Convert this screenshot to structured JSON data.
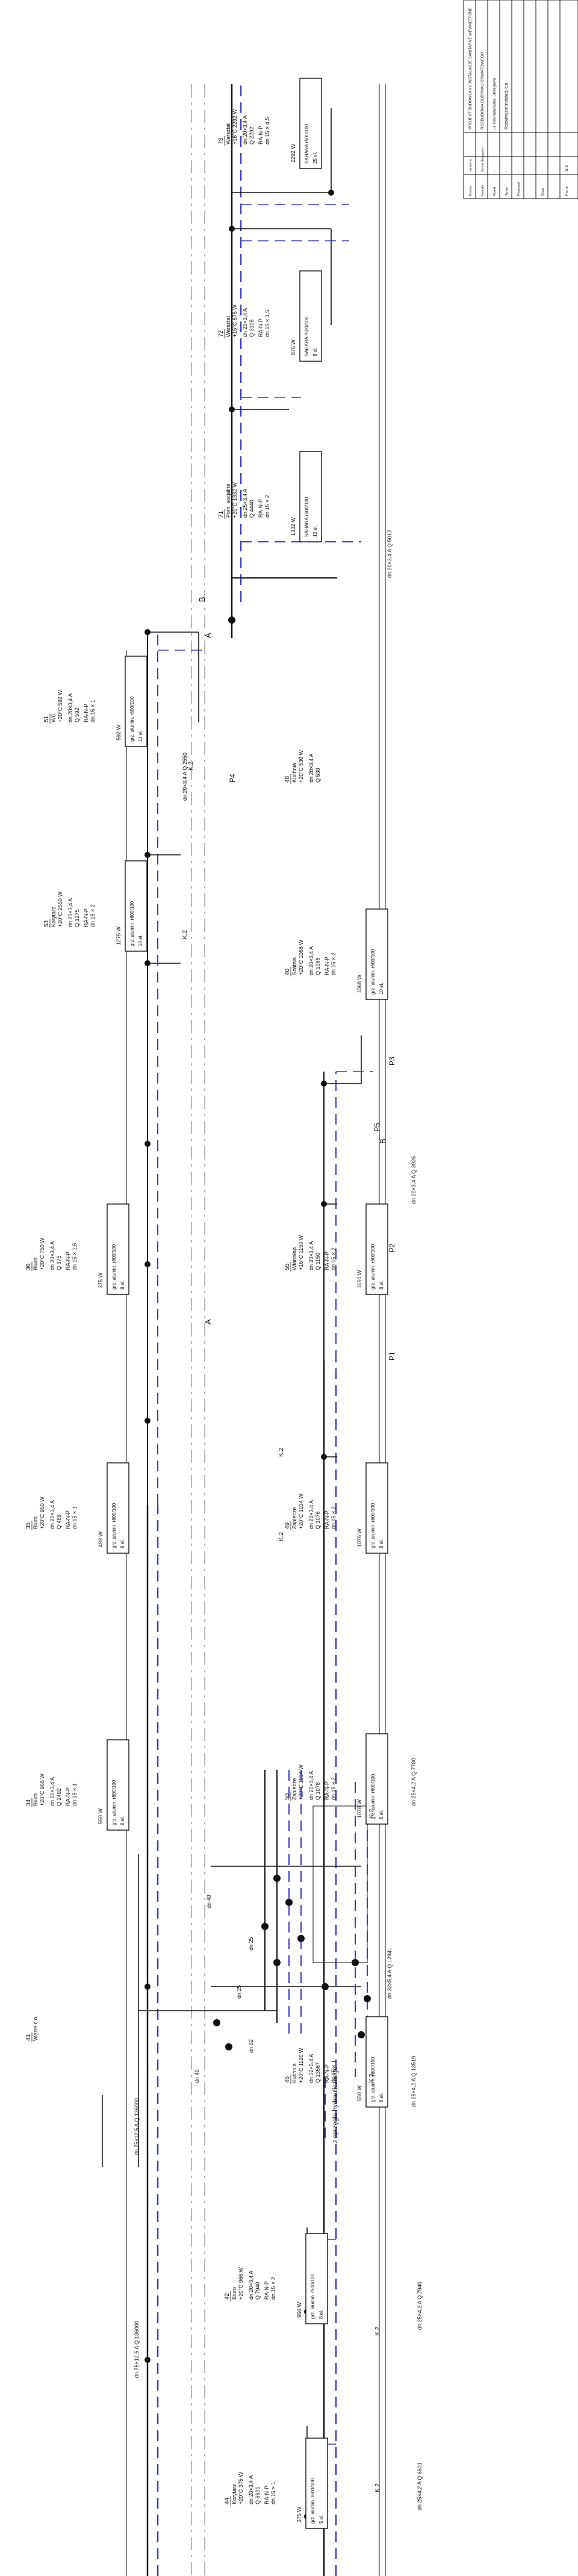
{
  "title_block": {
    "description": "PROJEKT BUDOWLANY. INSTALACJE SANITARNE WEWNĘTRZNE",
    "project_name": "ROZBUDOWA BUDYNKU OŚWIATOWEGO",
    "address": "ul. Ciechanowska, Strzegowo",
    "sheet_title": "Rozwinięcie instalacji c.o.",
    "labels": [
      "Branża",
      "Inwestor",
      "Obiekt",
      "Temat",
      "Projektant",
      "Skala",
      "Rys. nr"
    ],
    "values": [
      "sanitarna",
      "Gmina Strzegowo",
      "-",
      "-",
      "-",
      "-",
      "S-5"
    ]
  },
  "radiators": [
    {
      "num": "44",
      "room": "Korytarz",
      "temp": "+20°C 375 W",
      "conn": "dn 20×3,4 A",
      "q": "Q 6601",
      "valve": "RA-N-P",
      "setting": "dn 15 × 1",
      "load": "375 W",
      "type": "grz. alumin. r600/100",
      "count": "5 el."
    },
    {
      "num": "42",
      "room": "Biuro",
      "temp": "+20°C 966 W",
      "conn": "dn 20×3,4 A",
      "q": "Q 7940",
      "valve": "RA-N-P",
      "setting": "dn 15 × 2",
      "load": "966 W",
      "type": "grz. alumin. r500/100",
      "count": "8 el."
    },
    {
      "num": "41",
      "room": "Węzeł c.o.",
      "temp": "",
      "conn": "",
      "q": "",
      "valve": "",
      "setting": "",
      "load": "",
      "type": "",
      "count": ""
    },
    {
      "num": "46",
      "room": "Kuchnia",
      "temp": "+20°C 1120 W",
      "conn": "dn 32×5,4 A",
      "q": "Q 13567",
      "valve": "RA-N-P",
      "setting": "dn 15 × 1",
      "load": "550 W",
      "type": "grz. alumin. r600/100",
      "count": "8 el."
    },
    {
      "num": "34",
      "room": "Biuro",
      "temp": "+20°C 966 W",
      "conn": "dn 20×3,4 A",
      "q": "Q 2492",
      "valve": "RA-N-P",
      "setting": "dn 15 × 1",
      "load": "550 W",
      "type": "grz. alumin. r600/100",
      "count": "8 el."
    },
    {
      "num": "50",
      "room": "Zaplecze",
      "temp": "+20°C 1034 W",
      "conn": "dn 20×3,4 A",
      "q": "Q 1078",
      "valve": "RA-N-P",
      "setting": "dn 15 × 2",
      "load": "1078 W",
      "type": "grz. alumin. r600/100",
      "count": "8 el."
    },
    {
      "num": "35",
      "room": "Biuro",
      "temp": "+20°C 950 W",
      "conn": "dn 20×3,4 A",
      "q": "Q 489",
      "valve": "RA-N-P",
      "setting": "dn 15 × 1",
      "load": "489 W",
      "type": "grz. alumin. r600/100",
      "count": "8 el."
    },
    {
      "num": "49",
      "room": "Zaplecze",
      "temp": "+20°C 1034 W",
      "conn": "dn 20×3,4 A",
      "q": "Q 1076",
      "valve": "RA-N-P",
      "setting": "dn 15 × 2",
      "load": "1076 W",
      "type": "grz. alumin. r600/100",
      "count": "8 el."
    },
    {
      "num": "36",
      "room": "Biuro",
      "temp": "+20°C 750 W",
      "conn": "dn 20×3,4 A",
      "q": "Q 375",
      "valve": "RA-N-P",
      "setting": "dn 15 × 1,5",
      "load": "375 W",
      "type": "grz. alumin. r600/100",
      "count": "8 el."
    },
    {
      "num": "55",
      "room": "Wiatrołap",
      "temp": "+16°C 1150 W",
      "conn": "dn 20×3,4 A",
      "q": "Q 1150",
      "valve": "RA-N-P",
      "setting": "dn 15 × 2",
      "load": "1150 W",
      "type": "grz. alumin. r600/100",
      "count": "8 el."
    },
    {
      "num": "53",
      "room": "Korytarz",
      "temp": "+20°C 2550 W",
      "conn": "dn 20×3,4 A",
      "q": "Q 1275",
      "valve": "RA-N-P",
      "setting": "dn 15 × 2",
      "load": "1275 W",
      "type": "grz. alumin. r600/100",
      "count": "10 el."
    },
    {
      "num": "40",
      "room": "Szatnia",
      "temp": "+20°C 1068 W",
      "conn": "dn 20×3,4 A",
      "q": "Q 1068",
      "valve": "RA-N-P",
      "setting": "dn 15 × 2",
      "load": "1068 W",
      "type": "grz. alumin. r600/100",
      "count": "10 el."
    },
    {
      "num": "51",
      "room": "WC",
      "temp": "+20°C 592 W",
      "conn": "dn 20×3,4 A",
      "q": "Q 592",
      "valve": "RA-N-P",
      "setting": "dn 15 × 1",
      "load": "592 W",
      "type": "grz. alumin. r600/100",
      "count": "11 el."
    },
    {
      "num": "48",
      "room": "Kuchnia",
      "temp": "+20°C 530 W",
      "conn": "dn 20×3,4 A",
      "q": "Q 530",
      "valve": "",
      "setting": "",
      "load": "",
      "type": "",
      "count": ""
    },
    {
      "num": "71",
      "room": "Pom. socjalne",
      "temp": "+20°C 1332 W",
      "conn": "dn 25×3,4 A",
      "q": "Q 4440",
      "valve": "RA-N-P",
      "setting": "dn 15 × 2",
      "load": "1332 W",
      "type": "SAHARA r500/100",
      "count": "12 el."
    },
    {
      "num": "72",
      "room": "Warsztat",
      "temp": "+16°C 876 W",
      "conn": "dn 20×3,4 A",
      "q": "Q 3108",
      "valve": "RA-N-P",
      "setting": "dn 15 × 1,5",
      "load": "876 W",
      "type": "SAHARA r500/100",
      "count": "8 el."
    },
    {
      "num": "73",
      "room": "Warsztat",
      "temp": "+16°C 2292 W",
      "conn": "dn 20×3,4 A",
      "q": "Q 2292",
      "valve": "RA-N-P",
      "setting": "dn 15 × 4,5",
      "load": "2292 W",
      "type": "SAHARA r500/100",
      "count": "25 el."
    }
  ],
  "riser_labels": [
    "P1",
    "P2",
    "P3",
    "P4",
    "P5"
  ],
  "section_markers": [
    "K.2",
    "K.2",
    "K.2",
    "K.2",
    "K.2",
    "K.2",
    "K.2",
    "K.2"
  ],
  "pipe_labels": [
    "dn 25×4,2 A  Q 6601",
    "dn 25×4,2 A  Q 7940",
    "dn 25×4,2 A  Q 13519",
    "dn 25×4,2 A  Q 7780",
    "dn 20×3,4 A  Q 3926",
    "dn 20×3,4 A  Q 2550",
    "dn 20×3,4 A  Q 5012",
    "dn 75×12,5 A  Q 136000",
    "dn 75×12,5 A  Q 136000",
    "dn 40",
    "dn 40",
    "dn 32",
    "dn 25",
    "dn 25",
    "dn 32×5,4 A  Q 12941"
  ],
  "node_label": "z sprzęgła hydraulicznego",
  "markers": [
    "A",
    "A",
    "B",
    "B"
  ],
  "colors": {
    "supply": "#111111",
    "return": "#3b3fb0",
    "building_line": "#888888"
  }
}
